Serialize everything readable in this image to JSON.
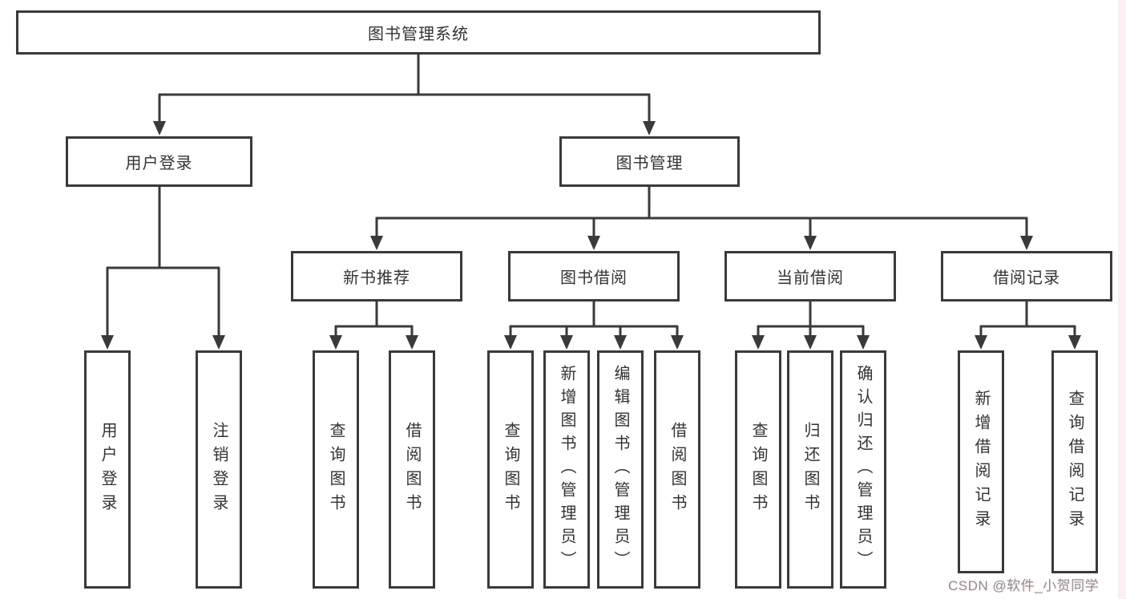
{
  "nodes": {
    "root": "图书管理系统",
    "user_login": "用户登录",
    "book_mgmt": "图书管理",
    "new_book_rec": "新书推荐",
    "book_borrow": "图书借阅",
    "current_borrow": "当前借阅",
    "borrow_records": "借阅记录",
    "leaf_user_login": "用户登录",
    "leaf_logout": "注销登录",
    "leaf_nbr_query_book": "查询图书",
    "leaf_nbr_borrow_book": "借阅图书",
    "leaf_bb_query_book": "查询图书",
    "leaf_bb_add_book": "新增图书（管理员）",
    "leaf_bb_edit_book": "编辑图书（管理员）",
    "leaf_bb_borrow_book": "借阅图书",
    "leaf_cb_query_book": "查询图书",
    "leaf_cb_return_book": "归还图书",
    "leaf_cb_confirm_return": "确认归还（管理员）",
    "leaf_br_add_record": "新增借阅记录",
    "leaf_br_query_record": "查询借阅记录"
  },
  "hierarchy": {
    "图书管理系统": {
      "用户登录": [
        "用户登录",
        "注销登录"
      ],
      "图书管理": {
        "新书推荐": [
          "查询图书",
          "借阅图书"
        ],
        "图书借阅": [
          "查询图书",
          "新增图书（管理员）",
          "编辑图书（管理员）",
          "借阅图书"
        ],
        "当前借阅": [
          "查询图书",
          "归还图书",
          "确认归还（管理员）"
        ],
        "借阅记录": [
          "新增借阅记录",
          "查询借阅记录"
        ]
      }
    }
  },
  "watermark": {
    "text": "CSDN @软件_小贺同学"
  },
  "colors": {
    "line": "#3a3a3a",
    "box_border": "#3a3a3a",
    "text": "#333333",
    "watermark_text": "#8f8f8f",
    "right_strip": "#fcefef",
    "background": "#ffffff"
  }
}
